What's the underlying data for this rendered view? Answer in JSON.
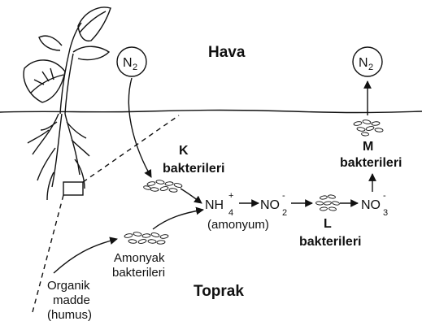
{
  "labels": {
    "air": "Hava",
    "soil": "Toprak",
    "n2_left": "N",
    "n2_right": "N",
    "n2_sub": "2",
    "k_letter": "K",
    "k_word": "bakterileri",
    "m_letter": "M",
    "m_word": "bakterileri",
    "l_letter": "L",
    "l_word": "bakterileri",
    "nh_base": "NH",
    "nh_sub": "4",
    "nh_sup": "+",
    "no2_base": "NO",
    "no2_sub": "2",
    "no2_sup": "-",
    "no3_base": "NO",
    "no3_sub": "3",
    "no3_sup": "-",
    "ammonium": "(amonyum)",
    "amonyak_1": "Amonyak",
    "amonyak_2": "bakterileri",
    "organic_1": "Organik",
    "organic_2": "madde",
    "organic_3": "(humus)"
  }
}
